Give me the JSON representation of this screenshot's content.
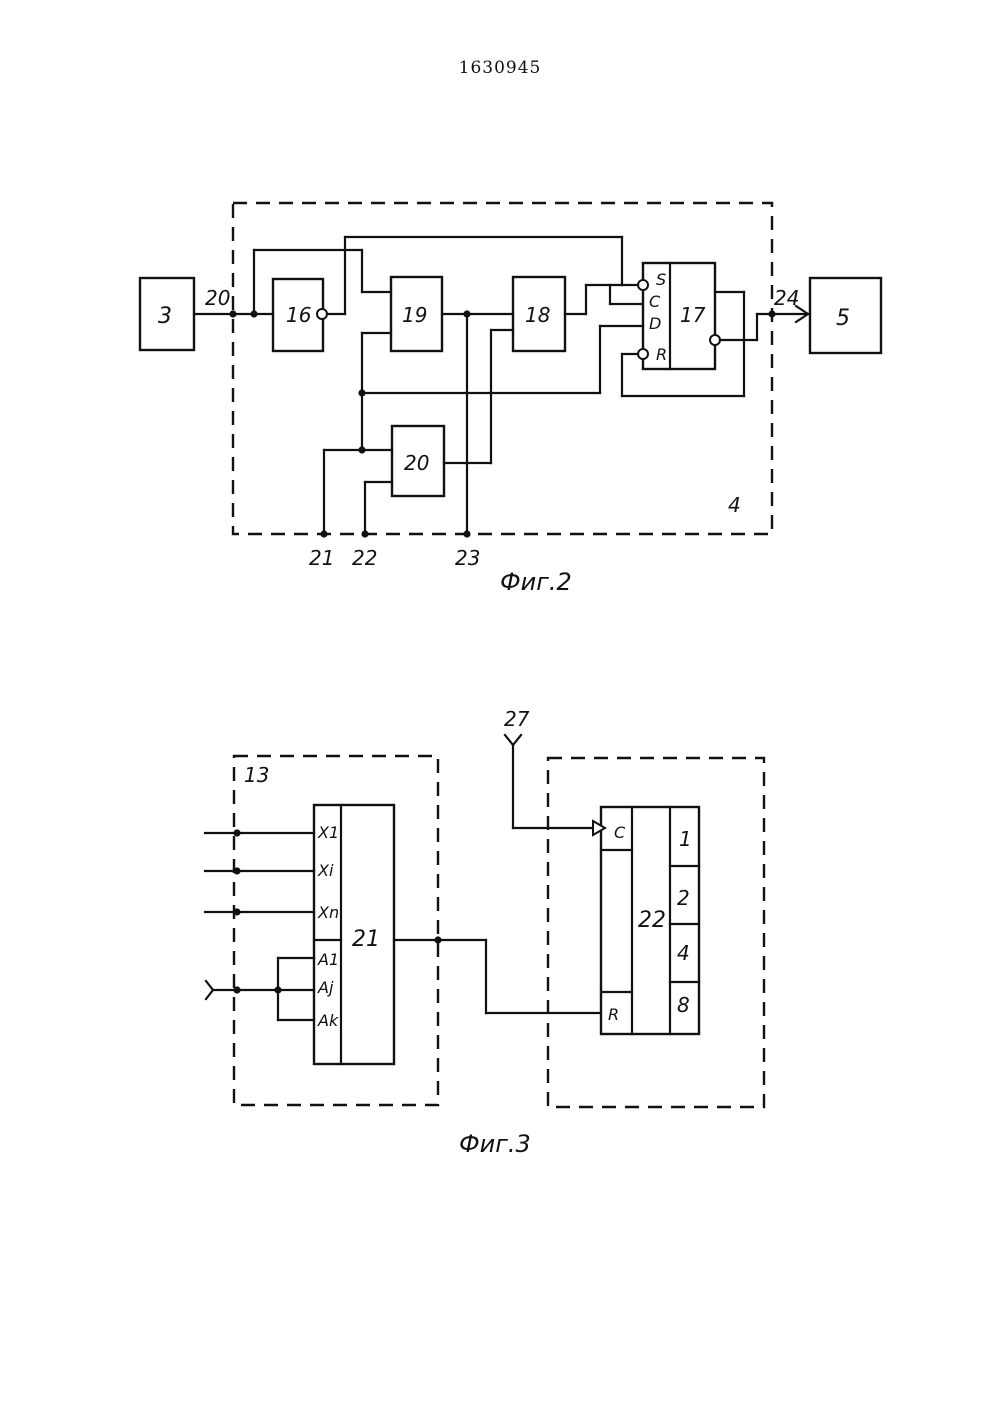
{
  "page_number": "1630945",
  "fig2": {
    "caption": "Фиг.2",
    "blocks": {
      "b3": "3",
      "b16": "16",
      "b19": "19",
      "b18": "18",
      "b17": "17",
      "b20": "20",
      "b5": "5"
    },
    "container_label": "4",
    "flipflop_pins": {
      "s": "S",
      "c": "C",
      "d": "D",
      "r": "R"
    },
    "terminals": {
      "t20": "20",
      "t24": "24",
      "t21": "21",
      "t22": "22",
      "t23": "23"
    }
  },
  "fig3": {
    "caption": "Фиг.3",
    "container_left_label": "13",
    "mux_label": "21",
    "mux_inputs": [
      "X1",
      "Xi",
      "Xn",
      "A1",
      "Aj",
      "Ak"
    ],
    "counter_label": "22",
    "counter_pins": {
      "c": "C",
      "r": "R"
    },
    "counter_outputs": [
      "1",
      "2",
      "4",
      "8"
    ],
    "terminal_27": "27"
  }
}
